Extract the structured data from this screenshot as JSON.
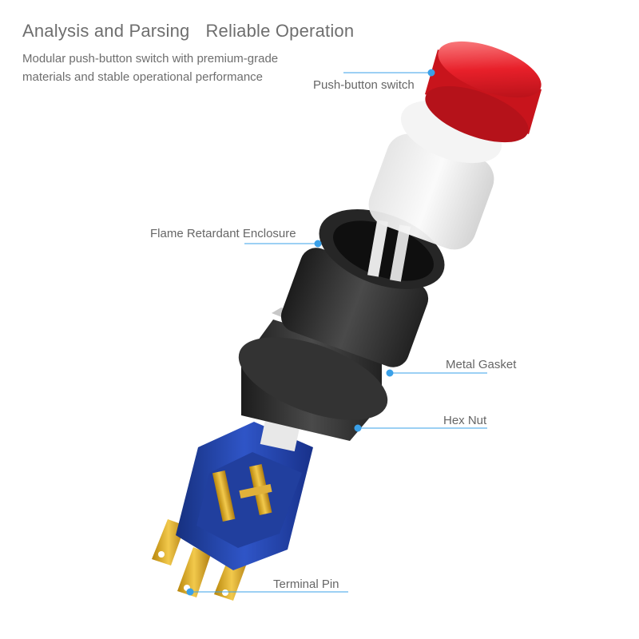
{
  "header": {
    "title_part1": "Analysis and Parsing",
    "title_part2": "Reliable Operation",
    "subtitle": "Modular push-button switch with premium-grade materials and stable operational performance"
  },
  "callouts": {
    "push_button_switch": "Push-button switch",
    "flame_retardant_enclosure": "Flame Retardant Enclosure",
    "metal_gasket": "Metal Gasket",
    "hex_nut": "Hex Nut",
    "terminal_pin": "Terminal Pin"
  },
  "colors": {
    "leader_line": "#3aa0e8",
    "cap_red": "#e8202a",
    "enclosure_black": "#2b2b2b",
    "base_blue": "#1f3fa8",
    "terminal_gold": "#d9a623"
  }
}
